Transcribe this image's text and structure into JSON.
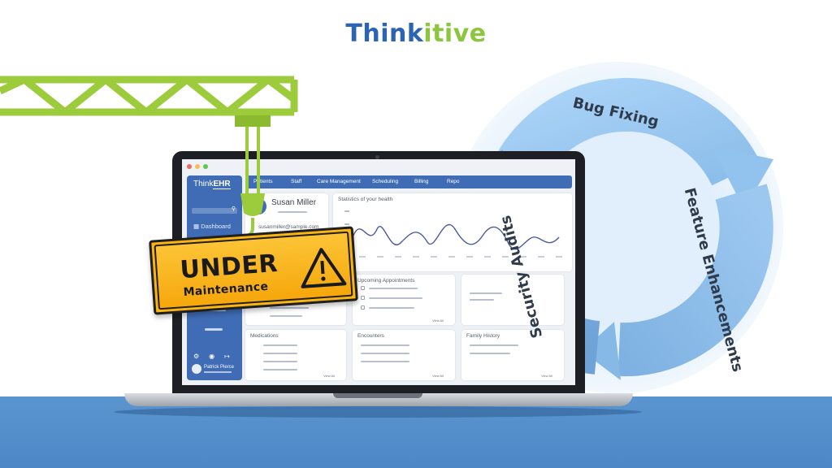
{
  "brand": {
    "part1": "Think",
    "part2": "itive",
    "dot_letter": "i"
  },
  "app": {
    "brand_regular": "Think",
    "brand_bold": "EHR",
    "nav": [
      "Patients",
      "Staff",
      "Care Management",
      "Scheduling",
      "Billing",
      "Repo"
    ],
    "sidebar_items": [
      "Dashboard"
    ],
    "profile": {
      "name": "Susan Miller",
      "email": "susanmiller@sample.com"
    },
    "cards": {
      "statistics": "Statistics of your health",
      "appointments": "Upcoming Appointments",
      "medications": "Medications",
      "encounters": "Encounters",
      "family_history": "Family History",
      "view_all": "View All"
    },
    "user": {
      "name": "Patrick Pierce"
    }
  },
  "sign": {
    "line1": "UNDER",
    "line2": "Maintenance"
  },
  "cycle": {
    "top": "Bug Fixing",
    "right": "Feature Enhancements",
    "left": "Security Audits"
  },
  "colors": {
    "brand_blue": "#2b63b5",
    "brand_green": "#8cc63f",
    "crane_green": "#9ccb3b",
    "sign_yellow": "#fbb510",
    "cycle_blue": "#8ec0f0",
    "floor_blue": "#5b95d0",
    "app_blue": "#3f6cb4"
  },
  "icons": [
    "warning-triangle-icon",
    "search-icon",
    "dashboard-icon",
    "settings-icon",
    "eye-icon",
    "logout-icon",
    "avatar-icon",
    "cycle-arrow-icon"
  ]
}
